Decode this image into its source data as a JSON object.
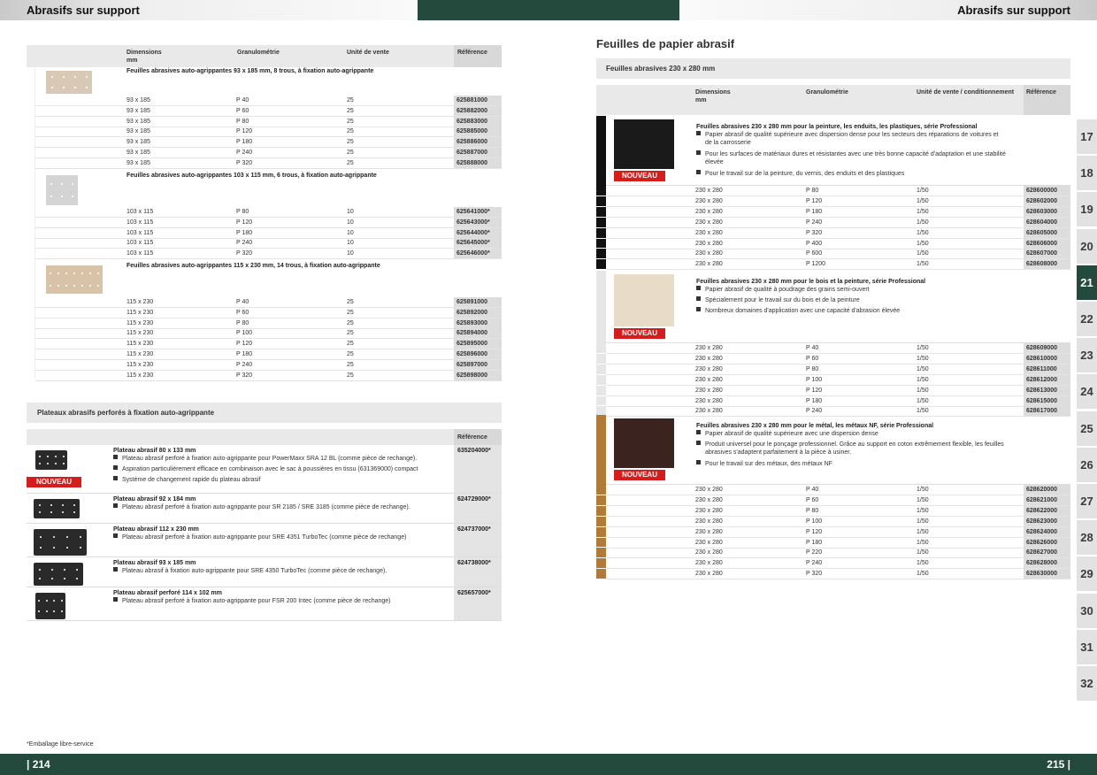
{
  "header": {
    "left_title": "Abrasifs sur support",
    "right_title": "Abrasifs sur support"
  },
  "footer": {
    "left_page": "| 214",
    "right_page": "215 |",
    "footnote": "*Emballage libre-service"
  },
  "left": {
    "columns": {
      "dimensions": "Dimensions",
      "mm": "mm",
      "grain": "Granulométrie",
      "unit": "Unité de vente",
      "ref": "Référence"
    },
    "groups": [
      {
        "title": "Feuilles abrasives auto-agrippantes 93 x 185 mm, 8 trous, à fixation auto-agrippante",
        "rows": [
          [
            "93 x 185",
            "P 40",
            "25",
            "625881000"
          ],
          [
            "93 x 185",
            "P 60",
            "25",
            "625882000"
          ],
          [
            "93 x 185",
            "P 80",
            "25",
            "625883000"
          ],
          [
            "93 x 185",
            "P 120",
            "25",
            "625885000"
          ],
          [
            "93 x 185",
            "P 180",
            "25",
            "625886000"
          ],
          [
            "93 x 185",
            "P 240",
            "25",
            "625887000"
          ],
          [
            "93 x 185",
            "P 320",
            "25",
            "625888000"
          ]
        ]
      },
      {
        "title": "Feuilles abrasives auto-agrippantes 103 x 115 mm, 6 trous, à fixation auto-agrippante",
        "rows": [
          [
            "103 x 115",
            "P 80",
            "10",
            "625641000*"
          ],
          [
            "103 x 115",
            "P 120",
            "10",
            "625643000*"
          ],
          [
            "103 x 115",
            "P 180",
            "10",
            "625644000*"
          ],
          [
            "103 x 115",
            "P 240",
            "10",
            "625645000*"
          ],
          [
            "103 x 115",
            "P 320",
            "10",
            "625646000*"
          ]
        ]
      },
      {
        "title": "Feuilles abrasives auto-agrippantes 115 x 230 mm, 14 trous, à fixation auto-agrippante",
        "rows": [
          [
            "115 x 230",
            "P 40",
            "25",
            "625891000"
          ],
          [
            "115 x 230",
            "P 60",
            "25",
            "625892000"
          ],
          [
            "115 x 230",
            "P 80",
            "25",
            "625893000"
          ],
          [
            "115 x 230",
            "P 100",
            "25",
            "625894000"
          ],
          [
            "115 x 230",
            "P 120",
            "25",
            "625895000"
          ],
          [
            "115 x 230",
            "P 180",
            "25",
            "625896000"
          ],
          [
            "115 x 230",
            "P 240",
            "25",
            "625897000"
          ],
          [
            "115 x 230",
            "P 320",
            "25",
            "625898000"
          ]
        ]
      }
    ],
    "plates_section_title": "Plateaux abrasifs perforés à fixation auto-agrippante",
    "plates_ref_header": "Référence",
    "plates": [
      {
        "title": "Plateau abrasif 80 x 133 mm",
        "bullets": [
          "Plateau abrasif perforé à fixation auto-agrippante pour PowerMaxx SRA 12 BL (comme pièce de rechange).",
          "Aspiration particulièrement efficace en combinaison avec le sac à poussières en tissu (631369000) compact",
          "Système de changement rapide du plateau abrasif"
        ],
        "ref": "635204000*",
        "badge": "NOUVEAU"
      },
      {
        "title": "Plateau abrasif 92 x 184 mm",
        "bullets": [
          "Plateau abrasif perforé à fixation auto-agrippante pour SR 2185 / SRE 3185 (comme pièce de rechange)."
        ],
        "ref": "624729000*"
      },
      {
        "title": "Plateau abrasif 112 x 230 mm",
        "bullets": [
          "Plateau abrasif perforé à fixation auto-agrippante pour SRE 4351 TurboTec (comme pièce de rechange)"
        ],
        "ref": "624737000*"
      },
      {
        "title": "Plateau abrasif 93 x 185 mm",
        "bullets": [
          "Plateau abrasif à fixation auto-agrippante pour SRE 4350 TurboTec (comme pièce de rechange)."
        ],
        "ref": "624738000*"
      },
      {
        "title": "Plateau abrasif perforé 114 x 102 mm",
        "bullets": [
          "Plateau abrasif perforé à fixation auto-agrippante pour FSR 200 Intec (comme pièce de rechange)"
        ],
        "ref": "625657000*"
      }
    ]
  },
  "right": {
    "heading": "Feuilles de papier abrasif",
    "subheading": "Feuilles abrasives 230 x 280 mm",
    "columns": {
      "dimensions": "Dimensions",
      "mm": "mm",
      "grain": "Granulométrie",
      "unit": "Unité de vente / conditionnement",
      "ref": "Référence"
    },
    "groups": [
      {
        "title": "Feuilles abrasives 230 x 280 mm pour la peinture, les enduits, les plastiques, série Professional",
        "bullets": [
          "Papier abrasif de qualité supérieure avec dispersion dense pour les secteurs des réparations de voitures et de la carrosserie",
          "Pour les surfaces de matériaux dures et résistantes avec une très bonne capacité d'adaptation et une stabilité élevée",
          "Pour le travail sur de la peinture, du vernis, des enduits et des plastiques"
        ],
        "badge": "NOUVEAU",
        "bar_color": "#111111",
        "swatch": "#1a1a1a",
        "rows": [
          [
            "230 x 280",
            "P 80",
            "1/50",
            "628600000"
          ],
          [
            "230 x 280",
            "P 120",
            "1/50",
            "628602000"
          ],
          [
            "230 x 280",
            "P 180",
            "1/50",
            "628603000"
          ],
          [
            "230 x 280",
            "P 240",
            "1/50",
            "628604000"
          ],
          [
            "230 x 280",
            "P 320",
            "1/50",
            "628605000"
          ],
          [
            "230 x 280",
            "P 400",
            "1/50",
            "628606000"
          ],
          [
            "230 x 280",
            "P 600",
            "1/50",
            "628607000"
          ],
          [
            "230 x 280",
            "P 1200",
            "1/50",
            "628608000"
          ]
        ]
      },
      {
        "title": "Feuilles abrasives 230 x 280 mm pour le bois et la peinture, série Professional",
        "bullets": [
          "Papier abrasif de qualité à poudrage des grains semi-ouvert",
          "Spécialement pour le travail sur du bois et de la peinture",
          "Nombreux domaines d'application avec une capacité d'abrasion élevée"
        ],
        "badge": "NOUVEAU",
        "bar_color": "#e6e6e6",
        "swatch": "#e8dcc8",
        "rows": [
          [
            "230 x 280",
            "P 40",
            "1/50",
            "628609000"
          ],
          [
            "230 x 280",
            "P 60",
            "1/50",
            "628610000"
          ],
          [
            "230 x 280",
            "P 80",
            "1/50",
            "628611000"
          ],
          [
            "230 x 280",
            "P 100",
            "1/50",
            "628612000"
          ],
          [
            "230 x 280",
            "P 120",
            "1/50",
            "628613000"
          ],
          [
            "230 x 280",
            "P 180",
            "1/50",
            "628615000"
          ],
          [
            "230 x 280",
            "P 240",
            "1/50",
            "628617000"
          ]
        ]
      },
      {
        "title": "Feuilles abrasives 230 x 280 mm pour le métal, les métaux NF, série Professional",
        "bullets": [
          "Papier abrasif de qualité supérieure avec une dispersion dense",
          "Produit universel pour le ponçage professionnel. Grâce au support en coton extrêmement flexible, les feuilles abrasives s'adaptent parfaitement à la pièce à usiner.",
          "Pour le travail sur des métaux, des métaux NF"
        ],
        "badge": "NOUVEAU",
        "bar_color": "#b07a3a",
        "swatch": "#3b2320",
        "rows": [
          [
            "230 x 280",
            "P 40",
            "1/50",
            "628620000"
          ],
          [
            "230 x 280",
            "P 60",
            "1/50",
            "628621000"
          ],
          [
            "230 x 280",
            "P 80",
            "1/50",
            "628622000"
          ],
          [
            "230 x 280",
            "P 100",
            "1/50",
            "628623000"
          ],
          [
            "230 x 280",
            "P 120",
            "1/50",
            "628624000"
          ],
          [
            "230 x 280",
            "P 180",
            "1/50",
            "628626000"
          ],
          [
            "230 x 280",
            "P 220",
            "1/50",
            "628627000"
          ],
          [
            "230 x 280",
            "P 240",
            "1/50",
            "628628000"
          ],
          [
            "230 x 280",
            "P 320",
            "1/50",
            "628630000"
          ]
        ]
      }
    ]
  },
  "tabs": [
    "17",
    "18",
    "19",
    "20",
    "21",
    "22",
    "23",
    "24",
    "25",
    "26",
    "27",
    "28",
    "29",
    "30",
    "31",
    "32"
  ],
  "active_tab": "21"
}
